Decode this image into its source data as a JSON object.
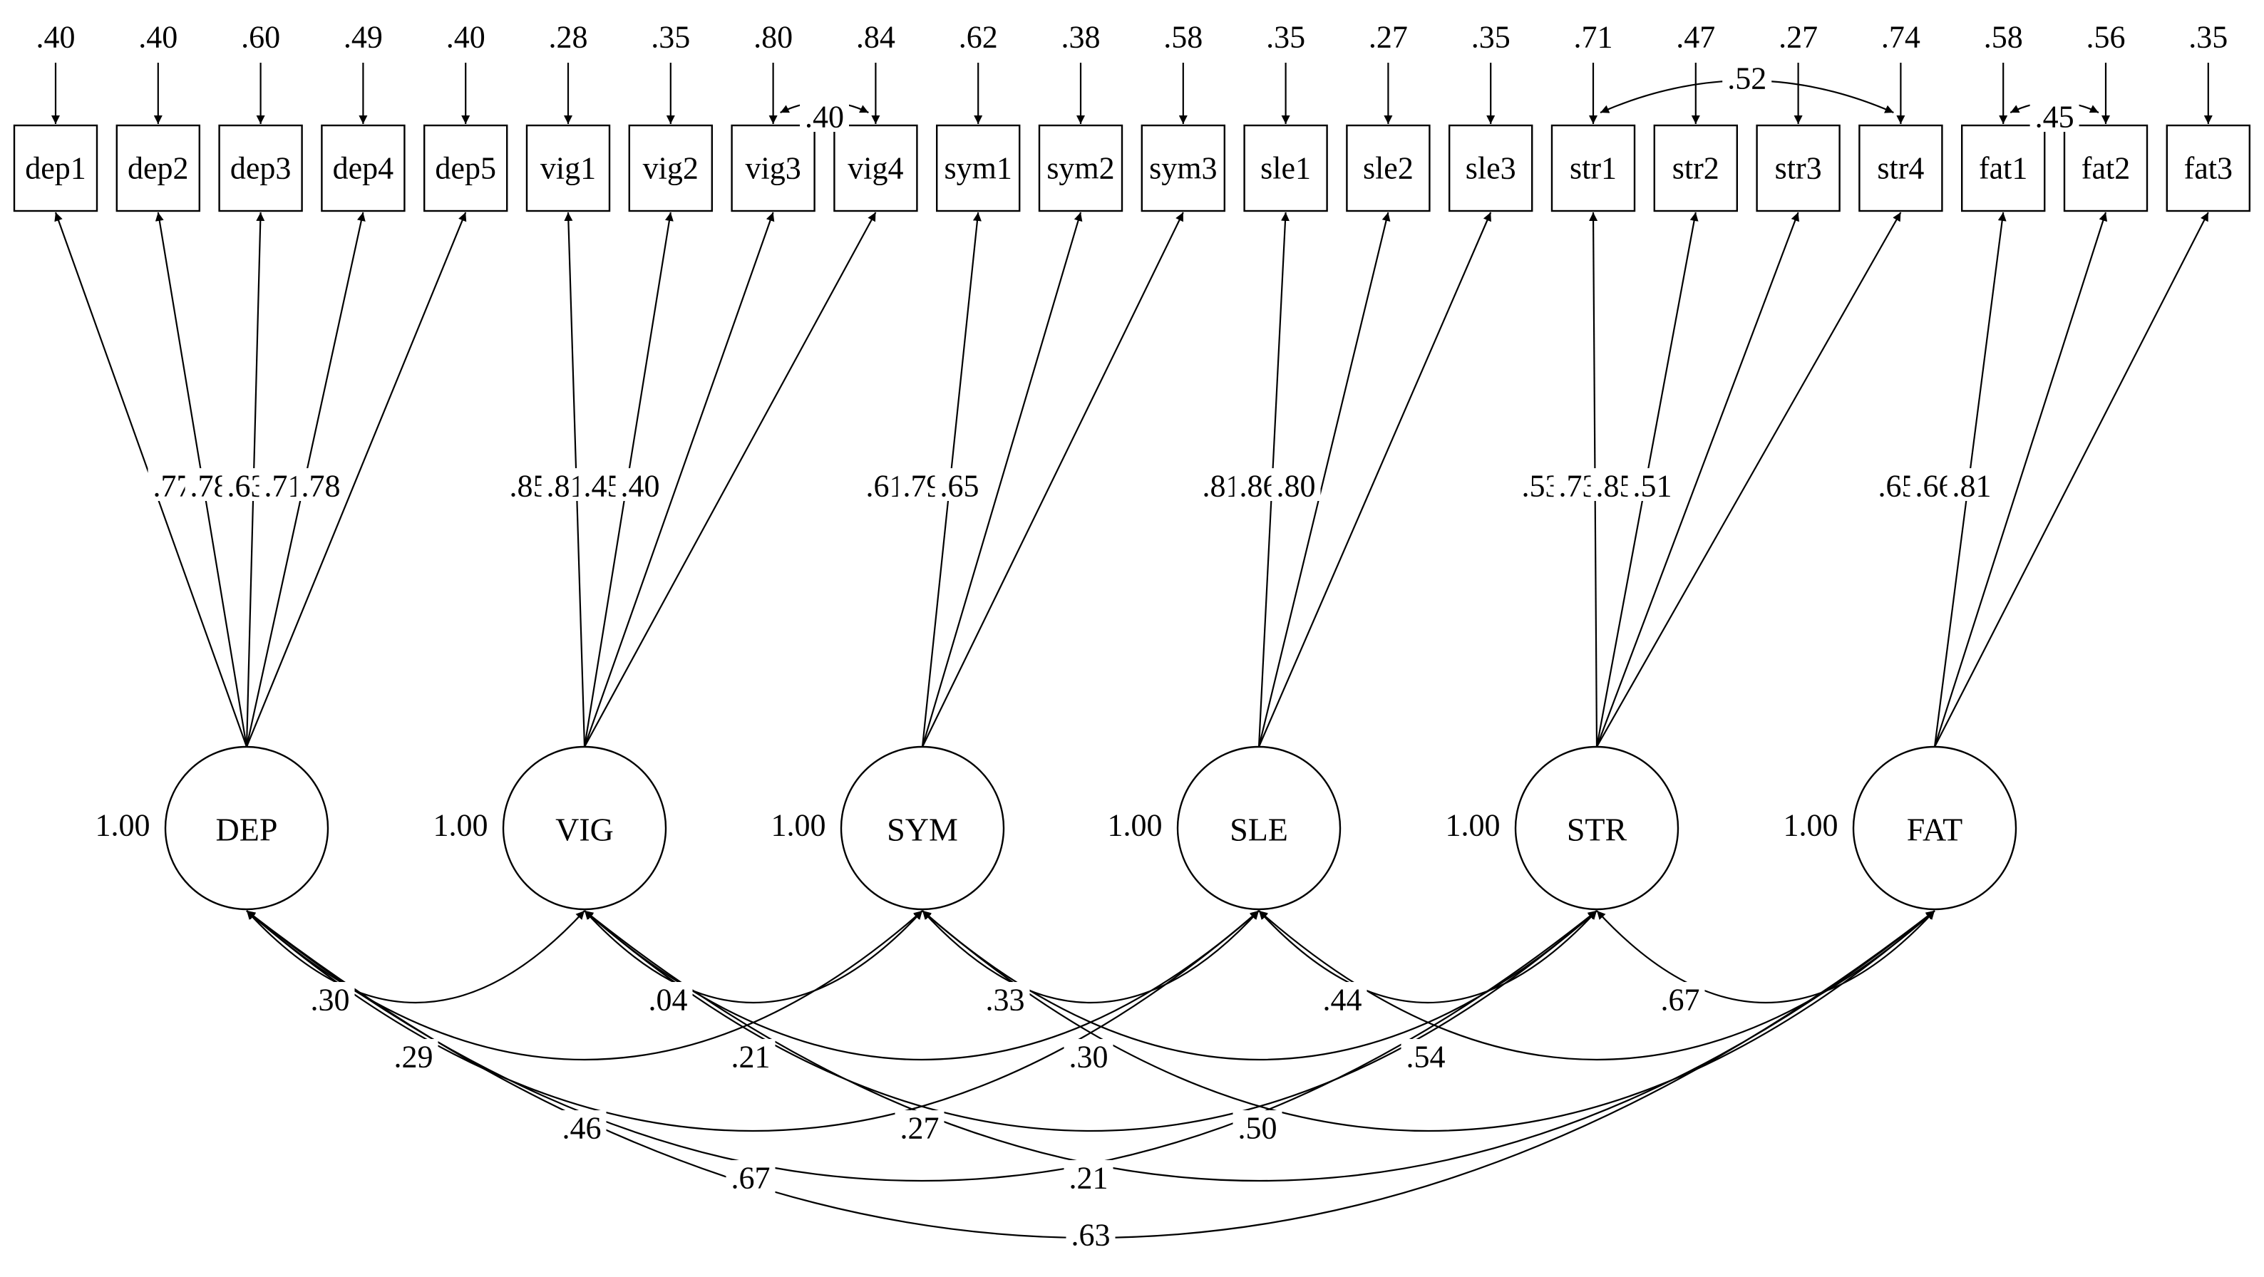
{
  "observed": [
    {
      "id": "dep1",
      "error": ".40"
    },
    {
      "id": "dep2",
      "error": ".40"
    },
    {
      "id": "dep3",
      "error": ".60"
    },
    {
      "id": "dep4",
      "error": ".49"
    },
    {
      "id": "dep5",
      "error": ".40"
    },
    {
      "id": "vig1",
      "error": ".28"
    },
    {
      "id": "vig2",
      "error": ".35"
    },
    {
      "id": "vig3",
      "error": ".80"
    },
    {
      "id": "vig4",
      "error": ".84"
    },
    {
      "id": "sym1",
      "error": ".62"
    },
    {
      "id": "sym2",
      "error": ".38"
    },
    {
      "id": "sym3",
      "error": ".58"
    },
    {
      "id": "sle1",
      "error": ".35"
    },
    {
      "id": "sle2",
      "error": ".27"
    },
    {
      "id": "sle3",
      "error": ".35"
    },
    {
      "id": "str1",
      "error": ".71"
    },
    {
      "id": "str2",
      "error": ".47"
    },
    {
      "id": "str3",
      "error": ".27"
    },
    {
      "id": "str4",
      "error": ".74"
    },
    {
      "id": "fat1",
      "error": ".58"
    },
    {
      "id": "fat2",
      "error": ".56"
    },
    {
      "id": "fat3",
      "error": ".35"
    }
  ],
  "latents": [
    {
      "id": "DEP",
      "variance": "1.00",
      "items": [
        "dep1",
        "dep2",
        "dep3",
        "dep4",
        "dep5"
      ],
      "loadings": [
        ".77",
        ".78",
        ".63",
        ".71",
        ".78"
      ]
    },
    {
      "id": "VIG",
      "variance": "1.00",
      "items": [
        "vig1",
        "vig2",
        "vig3",
        "vig4"
      ],
      "loadings": [
        ".85",
        ".81",
        ".45",
        ".40"
      ]
    },
    {
      "id": "SYM",
      "variance": "1.00",
      "items": [
        "sym1",
        "sym2",
        "sym3"
      ],
      "loadings": [
        ".61",
        ".79",
        ".65"
      ]
    },
    {
      "id": "SLE",
      "variance": "1.00",
      "items": [
        "sle1",
        "sle2",
        "sle3"
      ],
      "loadings": [
        ".81",
        ".86",
        ".80"
      ]
    },
    {
      "id": "STR",
      "variance": "1.00",
      "items": [
        "str1",
        "str2",
        "str3",
        "str4"
      ],
      "loadings": [
        ".53",
        ".73",
        ".85",
        ".51"
      ]
    },
    {
      "id": "FAT",
      "variance": "1.00",
      "items": [
        "fat1",
        "fat2",
        "fat3"
      ],
      "loadings": [
        ".65",
        ".66",
        ".81"
      ]
    }
  ],
  "error_covariances": [
    {
      "from": "vig3",
      "to": "vig4",
      "value": ".40"
    },
    {
      "from": "str1",
      "to": "str4",
      "value": ".52"
    },
    {
      "from": "fat1",
      "to": "fat2",
      "value": ".45"
    }
  ],
  "factor_correlations": [
    {
      "from": "DEP",
      "to": "VIG",
      "value": ".30"
    },
    {
      "from": "VIG",
      "to": "SYM",
      "value": ".04"
    },
    {
      "from": "SYM",
      "to": "SLE",
      "value": ".33"
    },
    {
      "from": "SLE",
      "to": "STR",
      "value": ".44"
    },
    {
      "from": "STR",
      "to": "FAT",
      "value": ".67"
    },
    {
      "from": "DEP",
      "to": "SYM",
      "value": ".29"
    },
    {
      "from": "VIG",
      "to": "SLE",
      "value": ".21"
    },
    {
      "from": "SYM",
      "to": "STR",
      "value": ".30"
    },
    {
      "from": "SLE",
      "to": "FAT",
      "value": ".54"
    },
    {
      "from": "DEP",
      "to": "SLE",
      "value": ".46"
    },
    {
      "from": "VIG",
      "to": "STR",
      "value": ".27"
    },
    {
      "from": "SYM",
      "to": "FAT",
      "value": ".50"
    },
    {
      "from": "DEP",
      "to": "STR",
      "value": ".67"
    },
    {
      "from": "VIG",
      "to": "FAT",
      "value": ".21"
    },
    {
      "from": "DEP",
      "to": "FAT",
      "value": ".63"
    }
  ]
}
